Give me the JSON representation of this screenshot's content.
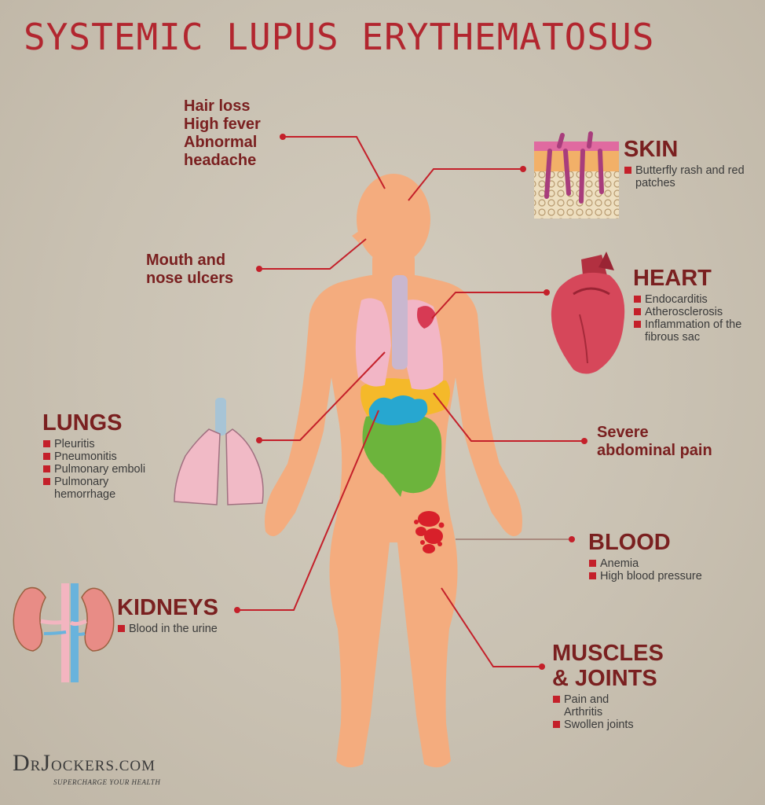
{
  "title": "SYSTEMIC LUPUS ERYTHEMATOSUS",
  "labels": {
    "head_symptoms": [
      "Hair loss",
      "High fever",
      "Abnormal",
      "headache"
    ],
    "mouth": [
      "Mouth and",
      "nose ulcers"
    ],
    "abdomen": [
      "Severe",
      "abdominal pain"
    ]
  },
  "sections": {
    "skin": {
      "heading": "SKIN",
      "items": [
        "Butterfly rash and red patches"
      ]
    },
    "heart": {
      "heading": "HEART",
      "items": [
        "Endocarditis",
        "Atherosclerosis",
        "Inflammation of the fibrous sac"
      ]
    },
    "lungs": {
      "heading": "LUNGS",
      "items": [
        "Pleuritis",
        "Pneumonitis",
        "Pulmonary emboli",
        "Pulmonary hemorrhage"
      ]
    },
    "blood": {
      "heading": "BLOOD",
      "items": [
        "Anemia",
        "High blood pressure"
      ]
    },
    "kidneys": {
      "heading": "KIDNEYS",
      "items": [
        "Blood in the urine"
      ]
    },
    "muscles": {
      "heading_lines": [
        "MUSCLES",
        "& JOINTS"
      ],
      "items": [
        "Pain and Arthritis",
        "Swollen joints"
      ]
    }
  },
  "logo": {
    "prefix": "D",
    "prefix_small": "R",
    "name": "J",
    "name_small": "OCKERS.COM",
    "tagline": "SUPERCHARGE YOUR HEALTH"
  },
  "colors": {
    "title": "#b2262f",
    "heading": "#7a2020",
    "bullet": "#c4202a",
    "body": "#f4ac7e",
    "line": "#c4202a"
  }
}
